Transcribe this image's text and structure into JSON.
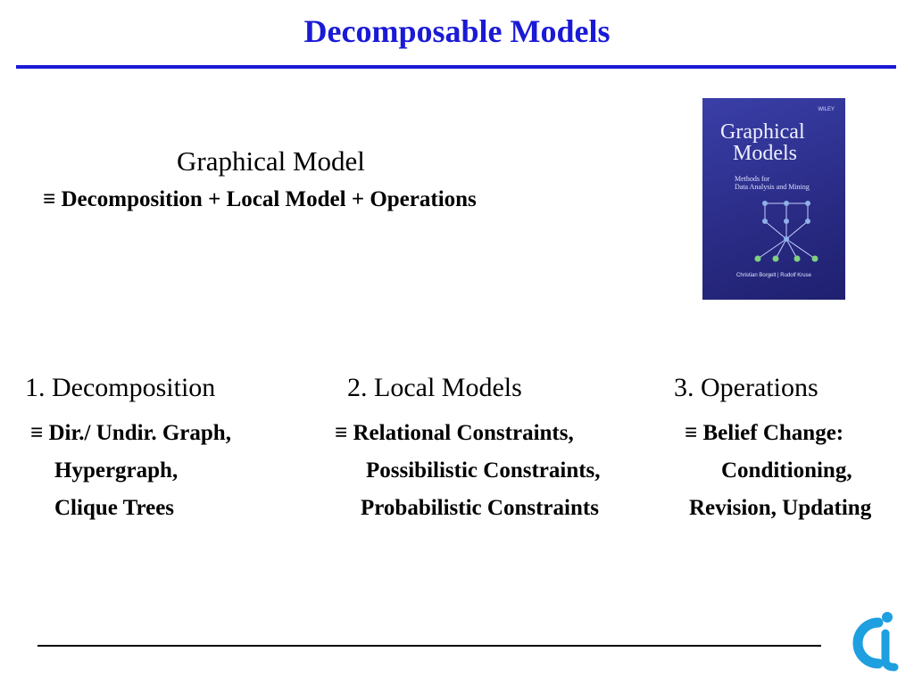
{
  "title": "Decomposable Models",
  "graphical_model": {
    "heading": "Graphical Model",
    "definition": "≡ Decomposition + Local Model + Operations"
  },
  "book_cover": {
    "publisher": "WILEY",
    "title_line1": "Graphical",
    "title_line2": "Models",
    "subtitle_line1": "Methods for",
    "subtitle_line2": "Data Analysis and Mining",
    "authors": "Christian Borgelt | Rudolf Kruse"
  },
  "columns": [
    {
      "heading": "1. Decomposition",
      "lines": [
        "≡ Dir./ Undir. Graph,",
        "Hypergraph,",
        "Clique Trees"
      ]
    },
    {
      "heading": "2. Local Models",
      "lines": [
        "≡ Relational Constraints,",
        "Possibilistic Constraints,",
        "Probabilistic Constraints"
      ]
    },
    {
      "heading": "3. Operations",
      "lines": [
        "≡ Belief Change:",
        "Conditioning,",
        "Revision, Updating"
      ]
    }
  ],
  "logo": {
    "icon": "ci-logo",
    "color": "#1e9fe0"
  },
  "accent_color": "#1a1ad6"
}
